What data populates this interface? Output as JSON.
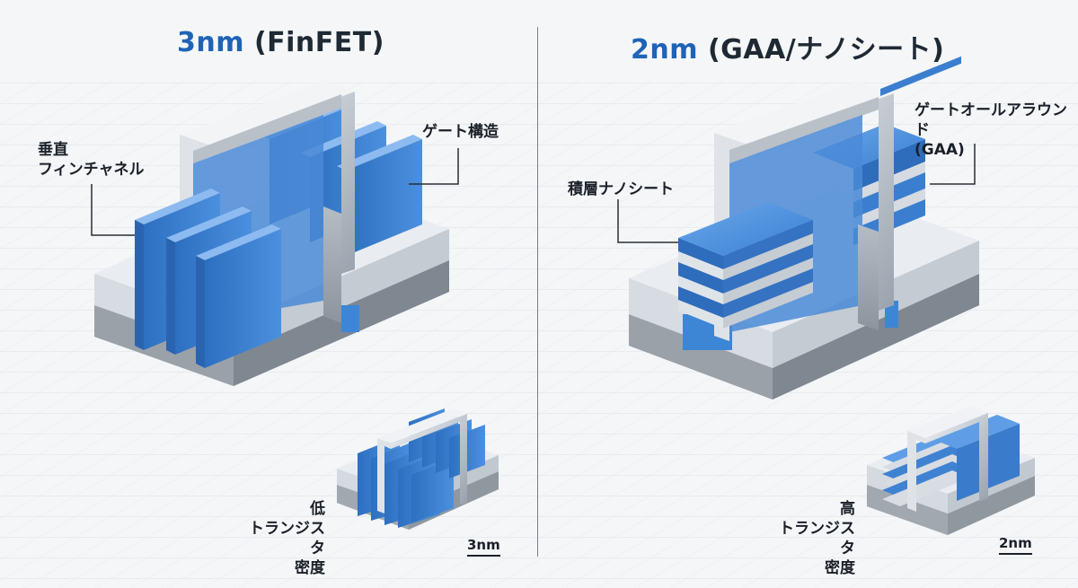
{
  "left": {
    "title_num": "3nm",
    "title_rest": " (FinFET)",
    "label_channel": "垂直\nフィンチャネル",
    "label_gate": "ゲート構造",
    "label_density": "低\nトランジスタ\n密度",
    "scale": "3nm"
  },
  "right": {
    "title_num": "2nm",
    "title_rest": " (GAA/ナノシート)",
    "label_gaa": "ゲートオールアラウンド\n(GAA)",
    "label_stack": "積層ナノシート",
    "label_density": "高\nトランジスタ\n密度",
    "scale": "2nm"
  },
  "colors": {
    "accent": "#1f63b6",
    "channel": "#3d86d6",
    "gate": "#c5ccd4",
    "substrate": "#d9dee4"
  }
}
